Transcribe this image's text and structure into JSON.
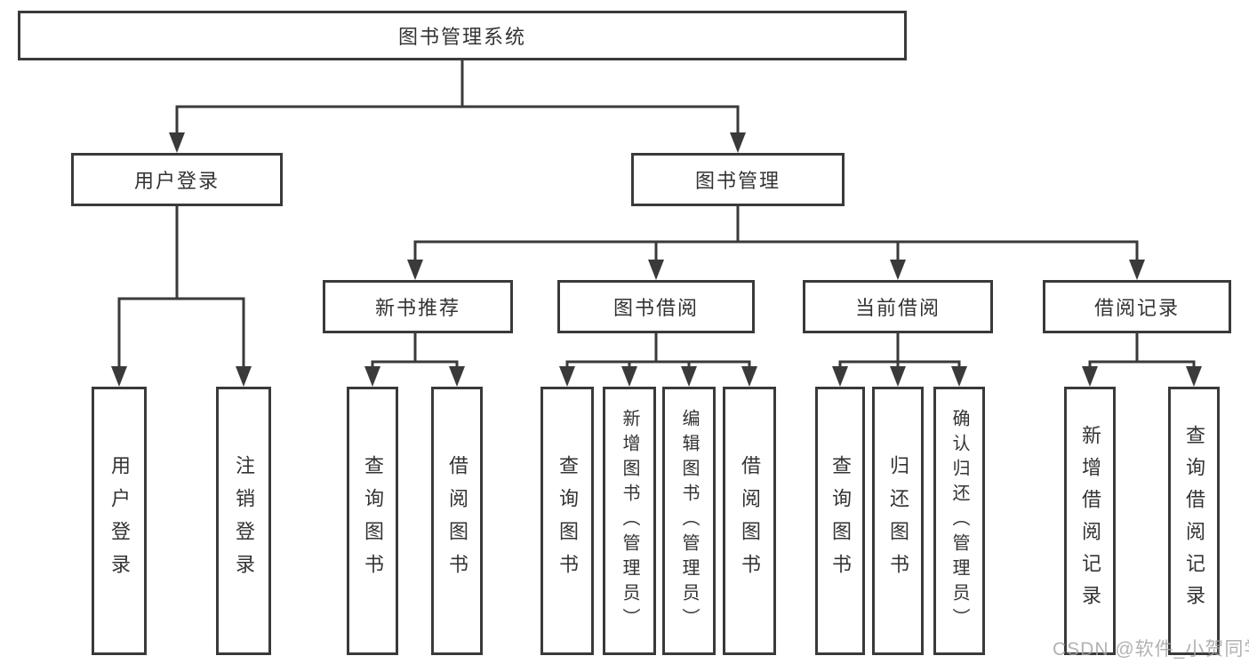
{
  "page": {
    "watermark": "CSDN @软件_小贺同学"
  },
  "diagram": {
    "type": "hierarchy-tree",
    "colors": {
      "line": "#3a3a3a",
      "text": "#333333",
      "background": "#ffffff",
      "watermark": "#a5a5a5"
    },
    "root": {
      "label": "图书管理系统"
    },
    "level2": {
      "user_login": {
        "label": "用户登录",
        "children": {
          "login": "用户登录",
          "logout": "注销登录"
        }
      },
      "book_management": {
        "label": "图书管理",
        "sections": {
          "recommend": {
            "label": "新书推荐",
            "children": {
              "query": "查询图书",
              "borrow": "借阅图书"
            }
          },
          "borrowing": {
            "label": "图书借阅",
            "children": {
              "query": "查询图书",
              "add": "新增图书（管理员）",
              "edit": "编辑图书（管理员）",
              "borrow": "借阅图书"
            }
          },
          "current": {
            "label": "当前借阅",
            "children": {
              "query": "查询图书",
              "return": "归还图书",
              "confirm": "确认归还（管理员）"
            }
          },
          "records": {
            "label": "借阅记录",
            "children": {
              "add": "新增借阅记录",
              "query": "查询借阅记录"
            }
          }
        }
      }
    }
  }
}
